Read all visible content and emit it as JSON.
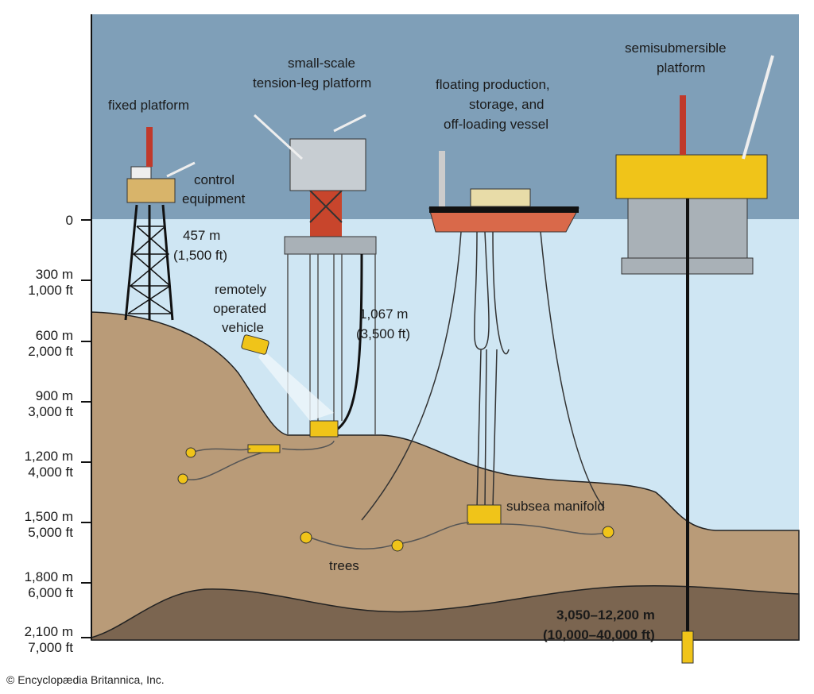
{
  "labels": {
    "fixed_platform": "fixed platform",
    "control_equipment": [
      "control",
      "equipment"
    ],
    "fixed_depth": [
      "457 m",
      "(1,500 ft)"
    ],
    "tlp": [
      "small-scale",
      "tension-leg platform"
    ],
    "rov": [
      "remotely",
      "operated",
      "vehicle"
    ],
    "tlp_depth": [
      "1,067 m",
      "(3,500 ft)"
    ],
    "fpso": [
      "floating production,",
      "storage, and",
      "off-loading vessel"
    ],
    "semisub": [
      "semisubmersible",
      "platform"
    ],
    "subsea_manifold": "subsea manifold",
    "trees": "trees",
    "semisub_depth": [
      "3,050–12,200 m",
      "(10,000–40,000 ft)"
    ]
  },
  "depth_axis": [
    {
      "m": "0",
      "ft": ""
    },
    {
      "m": "300 m",
      "ft": "1,000 ft"
    },
    {
      "m": "600 m",
      "ft": "2,000 ft"
    },
    {
      "m": "900 m",
      "ft": "3,000 ft"
    },
    {
      "m": "1,200 m",
      "ft": "4,000 ft"
    },
    {
      "m": "1,500 m",
      "ft": "5,000 ft"
    },
    {
      "m": "1,800 m",
      "ft": "6,000 ft"
    },
    {
      "m": "2,100 m",
      "ft": "7,000 ft"
    }
  ],
  "credit": "© Encyclopædia Britannica, Inc.",
  "colors": {
    "sky": "#7f9fb8",
    "water": "#cfe6f3",
    "seabed": "#b99b78",
    "bedrock": "#7b6550",
    "equipment": "#f0c419"
  }
}
